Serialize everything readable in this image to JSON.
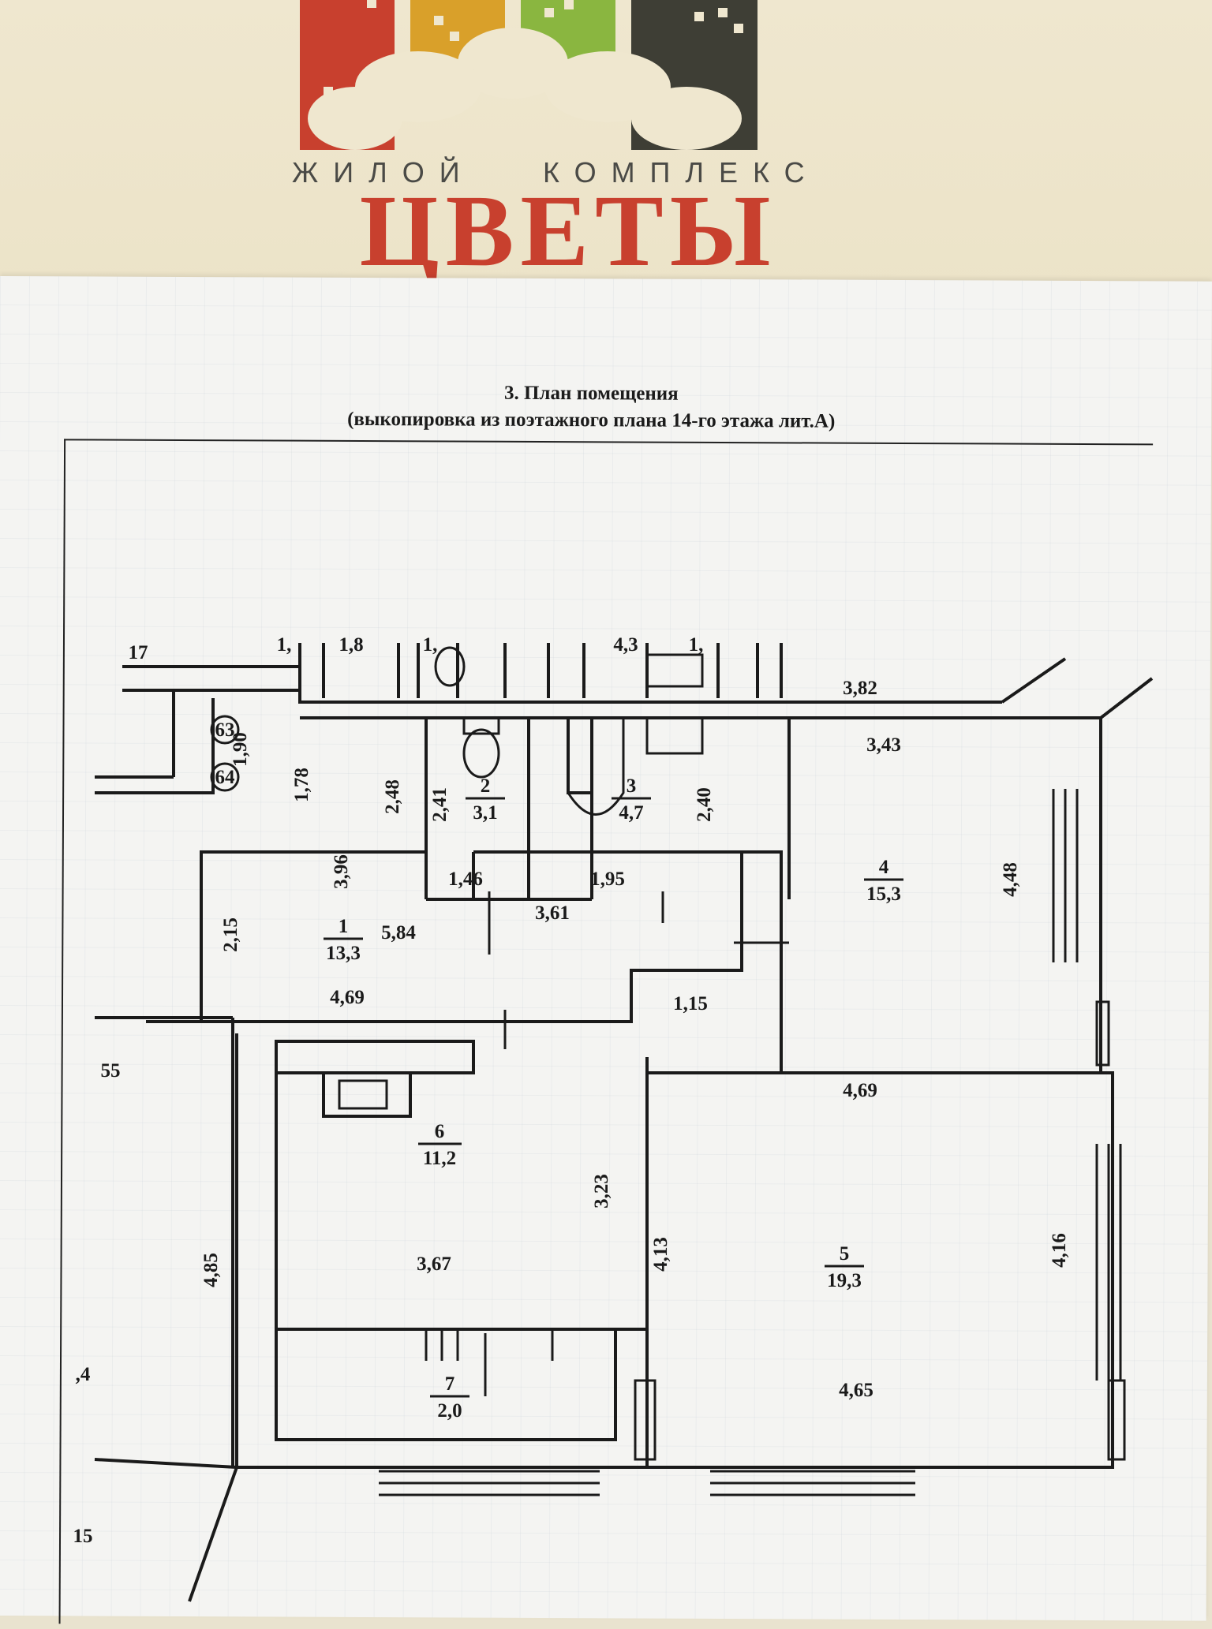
{
  "logo": {
    "subtitle_1": "ЖИЛОЙ",
    "subtitle_2": "КОМПЛЕКС",
    "name": "ЦВЕТЫ",
    "colors": {
      "red": "#c8402e",
      "yellow": "#d9a02a",
      "green": "#8ab640",
      "dark": "#3e3e35"
    }
  },
  "document": {
    "title_line_1": "3.  План помещения",
    "title_line_2": "(выкопировка из поэтажного плана 14-го этажа лит.А)"
  },
  "plan": {
    "rooms": [
      {
        "number": "1",
        "area": "13,3"
      },
      {
        "number": "2",
        "area": "3,1"
      },
      {
        "number": "3",
        "area": "4,7"
      },
      {
        "number": "4",
        "area": "15,3"
      },
      {
        "number": "5",
        "area": "19,3"
      },
      {
        "number": "6",
        "area": "11,2"
      },
      {
        "number": "7",
        "area": "2,0"
      }
    ],
    "markers": [
      "63",
      "64"
    ],
    "dimensions": {
      "top_a": "1,8",
      "top_b": "4,3",
      "top_c": "3,82",
      "top_r4": "3,43",
      "r1_a": "1,78",
      "r1_b": "2,48",
      "r1_c": "3,96",
      "r1_d": "2,15",
      "r1_e": "5,84",
      "r1_f": "4,69",
      "m_190": "1,90",
      "r2_h": "2,41",
      "r2_w": "1,46",
      "r3_h": "2,40",
      "r3_w": "1,95",
      "hall": "3,61",
      "hall_b": "1,15",
      "r4_h": "4,48",
      "r5_w": "4,69",
      "r5_h": "4,13",
      "r5_r": "4,16",
      "r5_b": "4,65",
      "r6_h": "3,23",
      "r6_w": "3,67",
      "left_485": "4,85",
      "edge_17": "17",
      "edge_55": "55",
      "edge_4": ",4",
      "edge_15": "15",
      "top_1a": "1,",
      "top_1b": "1,",
      "top_1c": "1,"
    }
  }
}
